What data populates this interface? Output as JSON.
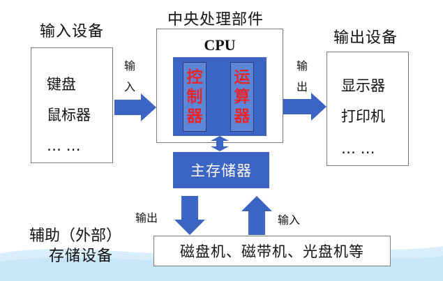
{
  "input_device": {
    "title": "输入设备",
    "items": [
      "键盘",
      "鼠标器",
      "… …"
    ]
  },
  "cpu_section": {
    "title": "中央处理部件",
    "cpu_label": "CPU",
    "control_unit": "控制器",
    "alu": "运算器",
    "main_memory": "主存储器"
  },
  "output_device": {
    "title": "输出设备",
    "items": [
      "显示器",
      "打印机",
      "… …"
    ]
  },
  "arrows": {
    "input_label": "输入",
    "output_label": "输出",
    "storage_out_label": "输出",
    "storage_in_label": "输入"
  },
  "auxiliary_storage": {
    "title_line1": "辅助（外部）",
    "title_line2": "存储设备",
    "contents": "磁盘机、磁带机、光盘机等"
  },
  "colors": {
    "accent_blue": "#3b64c4",
    "unit_blue": "#5d86d8",
    "unit_text_red": "#e8262a",
    "border_gray": "#7a7a7a"
  }
}
